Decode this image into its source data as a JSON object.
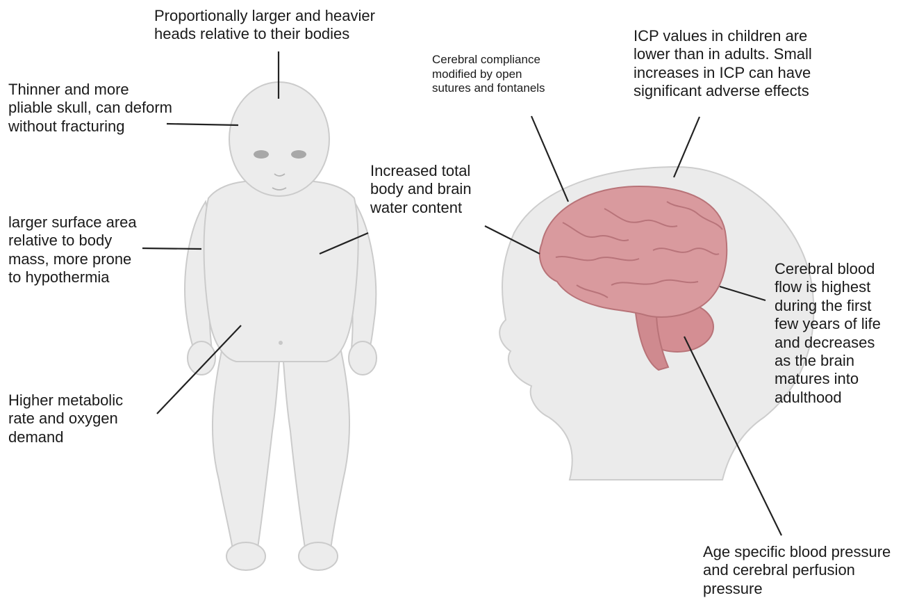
{
  "labels": {
    "heads": "Proportionally larger and heavier\nheads relative to their bodies",
    "skull": "Thinner and more\npliable skull, can deform\nwithout fracturing",
    "water": "Increased total\nbody and brain\nwater content",
    "surface": "larger surface area\nrelative to body\nmass,  more prone\nto hypothermia",
    "metabolic": "Higher metabolic\nrate and oxygen\ndemand",
    "compliance": "Cerebral compliance\nmodified by open\nsutures and fontanels",
    "icp": "ICP values in children are\nlower than in adults. Small\nincreases in ICP can have\nsignificant adverse effects",
    "blood_flow": "Cerebral blood\nflow is highest\nduring the first\nfew years of life\nand decreases\nas the brain\nmatures into\nadulthood",
    "perfusion": "Age specific blood pressure\nand cerebral perfusion pressure"
  },
  "colors": {
    "body_fill": "#ececec",
    "body_stroke": "#c9c9c9",
    "brain_fill": "#d99a9e",
    "brain_stroke": "#b87378",
    "leader_line": "#222222",
    "text": "#1a1a1a"
  }
}
